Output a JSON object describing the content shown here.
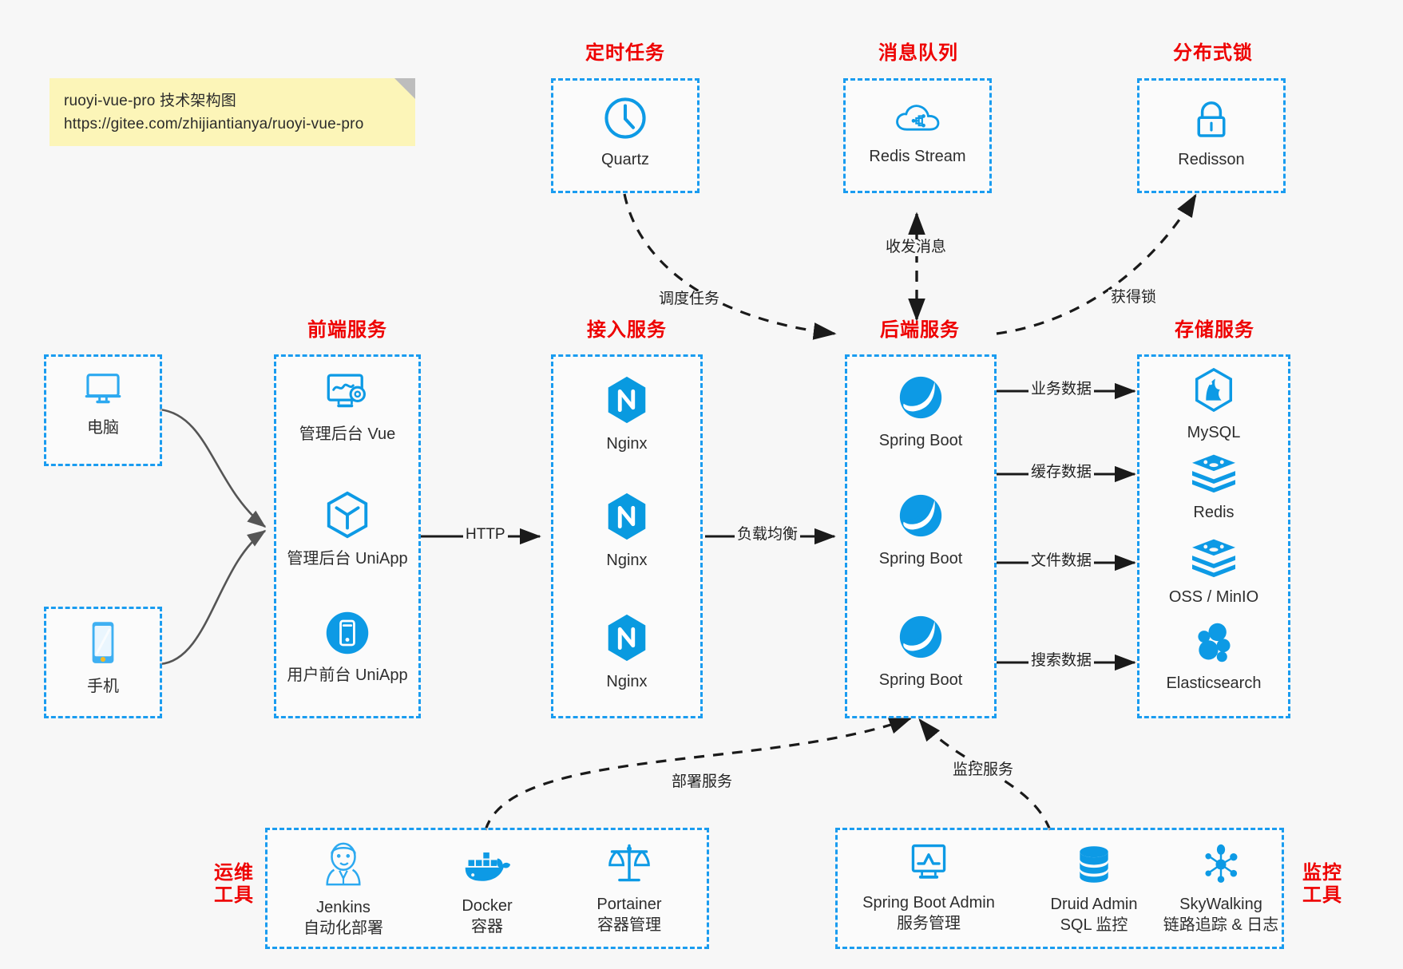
{
  "note": {
    "line1": "ruoyi-vue-pro 技术架构图",
    "line2": "https://gitee.com/zhijiantianya/ruoyi-vue-pro"
  },
  "colors": {
    "accent_blue": "#1a9cf0",
    "icon_blue": "#0d9ae5",
    "caption_red": "#ee0000",
    "note_yellow": "#fcf5b8",
    "background": "#f7f7f7",
    "arrow_black": "#1a1a1a",
    "curve_gray": "#555555"
  },
  "groups": {
    "scheduler": {
      "caption": "定时任务",
      "nodes": [
        {
          "label": "Quartz",
          "icon": "clock-icon"
        }
      ]
    },
    "mq": {
      "caption": "消息队列",
      "nodes": [
        {
          "label": "Redis Stream",
          "icon": "cloud-stream-icon"
        }
      ]
    },
    "lock": {
      "caption": "分布式锁",
      "nodes": [
        {
          "label": "Redisson",
          "icon": "lock-icon"
        }
      ]
    },
    "clients": {
      "caption": "",
      "nodes": [
        {
          "label": "电脑",
          "icon": "desktop-computer-icon"
        },
        {
          "label": "手机",
          "icon": "mobile-phone-icon"
        }
      ]
    },
    "frontend": {
      "caption": "前端服务",
      "nodes": [
        {
          "label": "管理后台 Vue",
          "icon": "dashboard-settings-icon"
        },
        {
          "label": "管理后台 UniApp",
          "icon": "hexagon-cube-icon"
        },
        {
          "label": "用户前台 UniApp",
          "icon": "mobile-app-circle-icon"
        }
      ]
    },
    "gateway": {
      "caption": "接入服务",
      "nodes": [
        {
          "label": "Nginx",
          "icon": "nginx-icon"
        },
        {
          "label": "Nginx",
          "icon": "nginx-icon"
        },
        {
          "label": "Nginx",
          "icon": "nginx-icon"
        }
      ]
    },
    "backend": {
      "caption": "后端服务",
      "nodes": [
        {
          "label": "Spring Boot",
          "icon": "spring-boot-icon"
        },
        {
          "label": "Spring Boot",
          "icon": "spring-boot-icon"
        },
        {
          "label": "Spring Boot",
          "icon": "spring-boot-icon"
        }
      ]
    },
    "storage": {
      "caption": "存储服务",
      "nodes": [
        {
          "label": "MySQL",
          "icon": "mysql-icon"
        },
        {
          "label": "Redis",
          "icon": "redis-stack-icon"
        },
        {
          "label": "OSS / MinIO",
          "icon": "object-storage-icon"
        },
        {
          "label": "Elasticsearch",
          "icon": "elasticsearch-icon"
        }
      ]
    },
    "devops": {
      "caption_line1": "运维",
      "caption_line2": "工具",
      "nodes": [
        {
          "label": "Jenkins",
          "sublabel": "自动化部署",
          "icon": "jenkins-butler-icon"
        },
        {
          "label": "Docker",
          "sublabel": "容器",
          "icon": "docker-whale-icon"
        },
        {
          "label": "Portainer",
          "sublabel": "容器管理",
          "icon": "scales-balance-icon"
        }
      ]
    },
    "monitoring": {
      "caption_line1": "监控",
      "caption_line2": "工具",
      "nodes": [
        {
          "label": "Spring Boot Admin",
          "sublabel": "服务管理",
          "icon": "monitor-chart-icon"
        },
        {
          "label": "Druid Admin",
          "sublabel": "SQL 监控",
          "icon": "database-cylinder-icon"
        },
        {
          "label": "SkyWalking",
          "sublabel": "链路追踪 & 日志",
          "icon": "network-nodes-icon"
        }
      ]
    }
  },
  "edges": [
    {
      "id": "http",
      "label": "HTTP",
      "from": "frontend",
      "to": "gateway"
    },
    {
      "id": "lb",
      "label": "负载均衡",
      "from": "gateway",
      "to": "backend"
    },
    {
      "id": "biz-data",
      "label": "业务数据",
      "from": "backend",
      "to": "mysql"
    },
    {
      "id": "cache-data",
      "label": "缓存数据",
      "from": "backend",
      "to": "redis"
    },
    {
      "id": "file-data",
      "label": "文件数据",
      "from": "backend",
      "to": "oss"
    },
    {
      "id": "search-data",
      "label": "搜索数据",
      "from": "backend",
      "to": "elasticsearch"
    },
    {
      "id": "schedule",
      "label": "调度任务",
      "from": "quartz",
      "to": "backend"
    },
    {
      "id": "messaging",
      "label": "收发消息",
      "from": "backend",
      "to": "redis-stream"
    },
    {
      "id": "get-lock",
      "label": "获得锁",
      "from": "backend",
      "to": "redisson"
    },
    {
      "id": "deploy",
      "label": "部署服务",
      "from": "devops",
      "to": "backend"
    },
    {
      "id": "monitor",
      "label": "监控服务",
      "from": "monitoring",
      "to": "backend"
    }
  ]
}
